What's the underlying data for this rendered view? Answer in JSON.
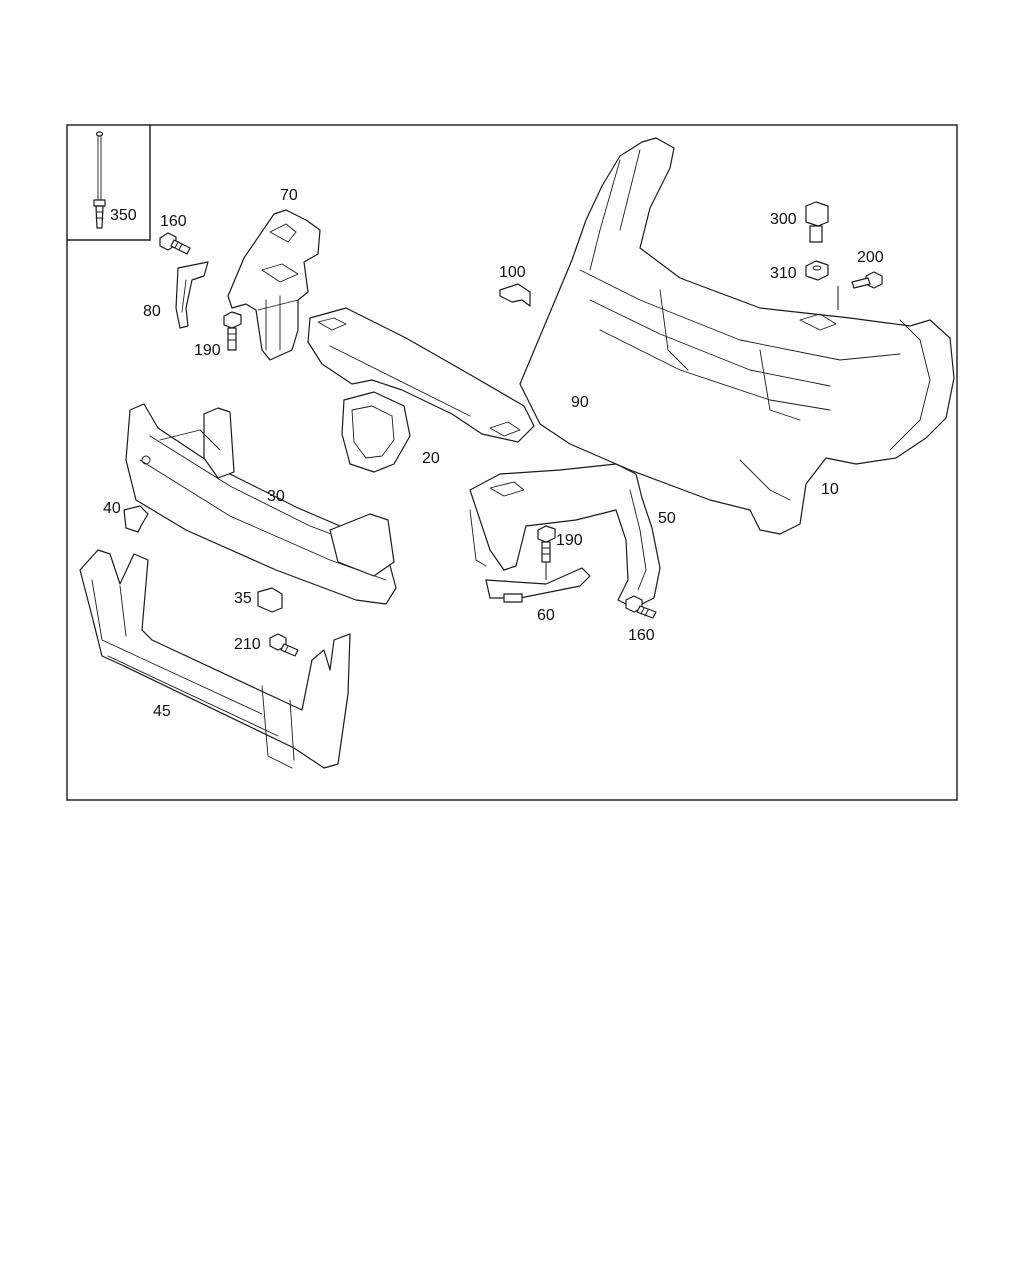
{
  "diagram": {
    "labels": {
      "p10": "10",
      "p20": "20",
      "p30": "30",
      "p35": "35",
      "p40": "40",
      "p45": "45",
      "p50": "50",
      "p60": "60",
      "p70": "70",
      "p80": "80",
      "p90": "90",
      "p100": "100",
      "p160a": "160",
      "p160b": "160",
      "p190a": "190",
      "p190b": "190",
      "p200": "200",
      "p210": "210",
      "p300": "300",
      "p310": "310",
      "p350": "350"
    }
  }
}
